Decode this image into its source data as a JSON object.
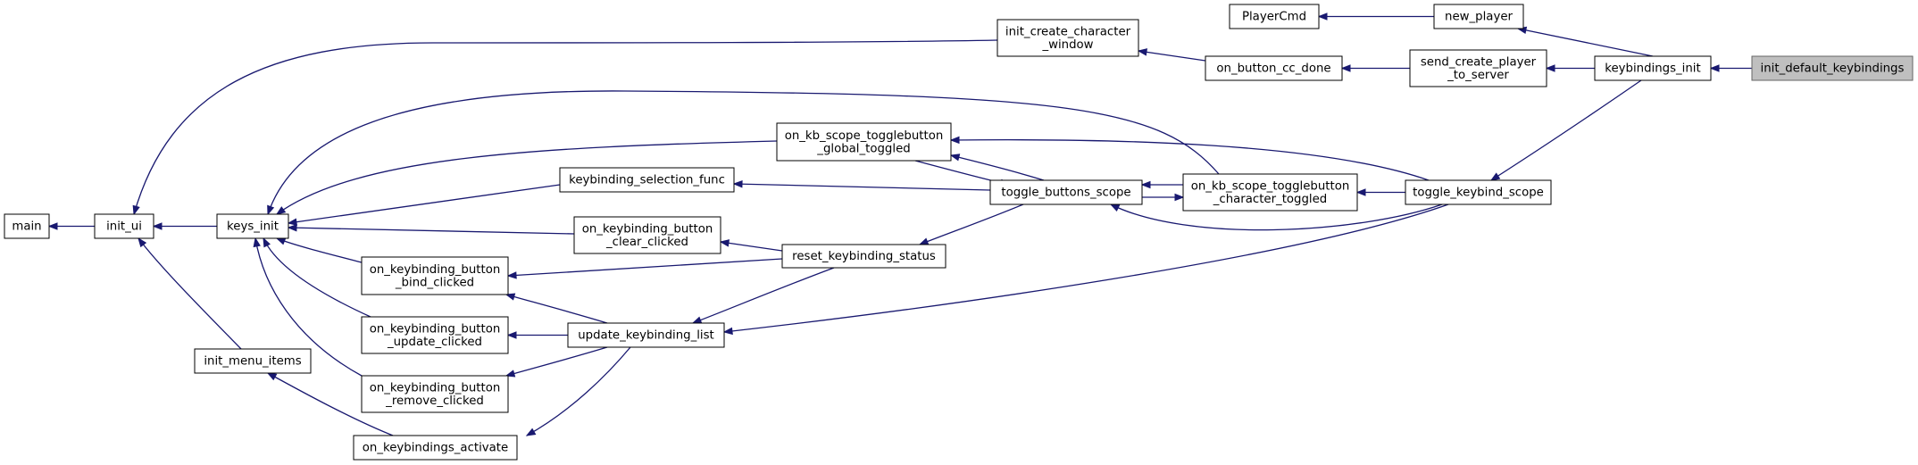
{
  "diagram": {
    "type": "call-graph",
    "colors": {
      "edge": "#191970",
      "node_border": "#000000",
      "node_fill": "#ffffff",
      "highlight_fill": "#bfbfbf",
      "highlight_border": "#666666"
    },
    "nodes": [
      {
        "id": "init_default_keybindings",
        "lines": [
          "init_default_keybindings"
        ],
        "highlight": true
      },
      {
        "id": "keybindings_init",
        "lines": [
          "keybindings_init"
        ]
      },
      {
        "id": "new_player",
        "lines": [
          "new_player"
        ]
      },
      {
        "id": "PlayerCmd",
        "lines": [
          "PlayerCmd"
        ]
      },
      {
        "id": "send_create_player_to_server",
        "lines": [
          "send_create_player",
          "_to_server"
        ]
      },
      {
        "id": "on_button_cc_done",
        "lines": [
          "on_button_cc_done"
        ]
      },
      {
        "id": "init_create_character_window",
        "lines": [
          "init_create_character",
          "_window"
        ]
      },
      {
        "id": "toggle_keybind_scope",
        "lines": [
          "toggle_keybind_scope"
        ]
      },
      {
        "id": "on_kb_scope_togglebutton_character_toggled",
        "lines": [
          "on_kb_scope_togglebutton",
          "_character_toggled"
        ]
      },
      {
        "id": "toggle_buttons_scope",
        "lines": [
          "toggle_buttons_scope"
        ]
      },
      {
        "id": "on_kb_scope_togglebutton_global_toggled",
        "lines": [
          "on_kb_scope_togglebutton",
          "_global_toggled"
        ]
      },
      {
        "id": "keybinding_selection_func",
        "lines": [
          "keybinding_selection_func"
        ]
      },
      {
        "id": "reset_keybinding_status",
        "lines": [
          "reset_keybinding_status"
        ]
      },
      {
        "id": "on_keybinding_button_clear_clicked",
        "lines": [
          "on_keybinding_button",
          "_clear_clicked"
        ]
      },
      {
        "id": "update_keybinding_list",
        "lines": [
          "update_keybinding_list"
        ]
      },
      {
        "id": "on_keybinding_button_bind_clicked",
        "lines": [
          "on_keybinding_button",
          "_bind_clicked"
        ]
      },
      {
        "id": "on_keybinding_button_update_clicked",
        "lines": [
          "on_keybinding_button",
          "_update_clicked"
        ]
      },
      {
        "id": "on_keybinding_button_remove_clicked",
        "lines": [
          "on_keybinding_button",
          "_remove_clicked"
        ]
      },
      {
        "id": "on_keybindings_activate",
        "lines": [
          "on_keybindings_activate"
        ]
      },
      {
        "id": "keys_init",
        "lines": [
          "keys_init"
        ]
      },
      {
        "id": "init_menu_items",
        "lines": [
          "init_menu_items"
        ]
      },
      {
        "id": "init_ui",
        "lines": [
          "init_ui"
        ]
      },
      {
        "id": "main",
        "lines": [
          "main"
        ]
      }
    ],
    "edges": [
      {
        "from": "init_default_keybindings",
        "to": "keybindings_init"
      },
      {
        "from": "keybindings_init",
        "to": "new_player"
      },
      {
        "from": "keybindings_init",
        "to": "send_create_player_to_server"
      },
      {
        "from": "keybindings_init",
        "to": "toggle_keybind_scope"
      },
      {
        "from": "new_player",
        "to": "PlayerCmd"
      },
      {
        "from": "send_create_player_to_server",
        "to": "on_button_cc_done"
      },
      {
        "from": "on_button_cc_done",
        "to": "init_create_character_window"
      },
      {
        "from": "init_create_character_window",
        "to": "init_ui"
      },
      {
        "from": "toggle_keybind_scope",
        "to": "on_kb_scope_togglebutton_global_toggled"
      },
      {
        "from": "toggle_keybind_scope",
        "to": "on_kb_scope_togglebutton_character_toggled"
      },
      {
        "from": "toggle_keybind_scope",
        "to": "toggle_buttons_scope"
      },
      {
        "from": "toggle_keybind_scope",
        "to": "update_keybinding_list"
      },
      {
        "from": "on_kb_scope_togglebutton_character_toggled",
        "to": "toggle_buttons_scope"
      },
      {
        "from": "on_kb_scope_togglebutton_character_toggled",
        "to": "keys_init"
      },
      {
        "from": "toggle_buttons_scope",
        "to": "on_kb_scope_togglebutton_character_toggled"
      },
      {
        "from": "toggle_buttons_scope",
        "to": "on_kb_scope_togglebutton_global_toggled"
      },
      {
        "from": "toggle_buttons_scope",
        "to": "keybinding_selection_func"
      },
      {
        "from": "toggle_buttons_scope",
        "to": "reset_keybinding_status"
      },
      {
        "from": "on_kb_scope_togglebutton_global_toggled",
        "to": "toggle_buttons_scope"
      },
      {
        "from": "on_kb_scope_togglebutton_global_toggled",
        "to": "keys_init"
      },
      {
        "from": "keybinding_selection_func",
        "to": "keys_init"
      },
      {
        "from": "reset_keybinding_status",
        "to": "on_keybinding_button_clear_clicked"
      },
      {
        "from": "reset_keybinding_status",
        "to": "on_keybinding_button_bind_clicked"
      },
      {
        "from": "reset_keybinding_status",
        "to": "update_keybinding_list"
      },
      {
        "from": "on_keybinding_button_clear_clicked",
        "to": "keys_init"
      },
      {
        "from": "update_keybinding_list",
        "to": "on_keybinding_button_bind_clicked"
      },
      {
        "from": "update_keybinding_list",
        "to": "on_keybinding_button_update_clicked"
      },
      {
        "from": "update_keybinding_list",
        "to": "on_keybinding_button_remove_clicked"
      },
      {
        "from": "update_keybinding_list",
        "to": "on_keybindings_activate"
      },
      {
        "from": "on_keybinding_button_bind_clicked",
        "to": "keys_init"
      },
      {
        "from": "on_keybinding_button_update_clicked",
        "to": "keys_init"
      },
      {
        "from": "on_keybinding_button_remove_clicked",
        "to": "keys_init"
      },
      {
        "from": "on_keybindings_activate",
        "to": "init_menu_items"
      },
      {
        "from": "keys_init",
        "to": "init_ui"
      },
      {
        "from": "init_menu_items",
        "to": "init_ui"
      },
      {
        "from": "init_ui",
        "to": "main"
      }
    ]
  }
}
